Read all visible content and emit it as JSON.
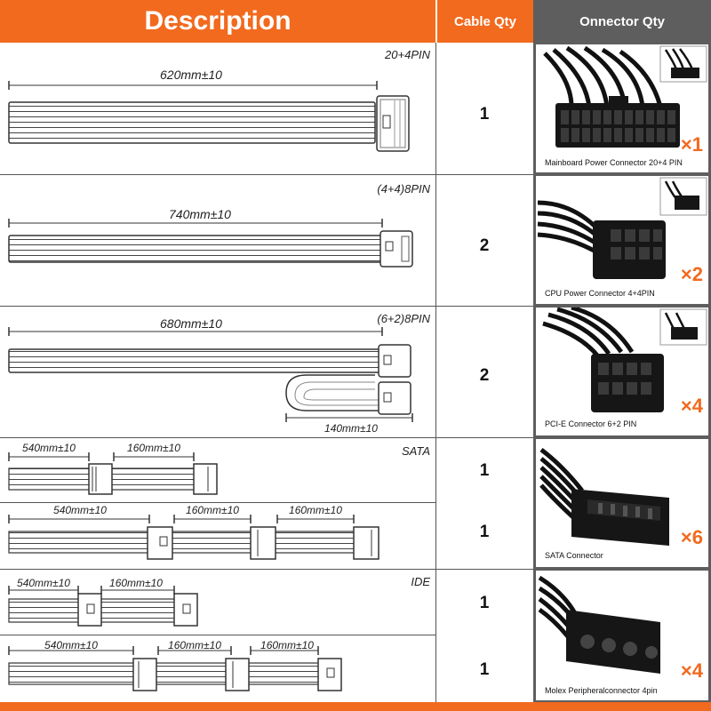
{
  "header": {
    "description": "Description",
    "cable_qty": "Cable Qty",
    "connector_qty": "Onnector Qty"
  },
  "rows": [
    {
      "type_label": "20+4PIN",
      "dims": [
        "620mm±10"
      ],
      "qty": "1"
    },
    {
      "type_label": "(4+4)8PIN",
      "dims": [
        "740mm±10"
      ],
      "qty": "2"
    },
    {
      "type_label": "(6+2)8PIN",
      "dims": [
        "680mm±10",
        "140mm±10"
      ],
      "qty": "2"
    },
    {
      "type_label": "SATA",
      "dims": [
        "540mm±10",
        "160mm±10"
      ],
      "qty": "1"
    },
    {
      "type_label": "",
      "dims": [
        "540mm±10",
        "160mm±10",
        "160mm±10"
      ],
      "qty": "1"
    },
    {
      "type_label": "IDE",
      "dims": [
        "540mm±10",
        "160mm±10"
      ],
      "qty": "1"
    },
    {
      "type_label": "",
      "dims": [
        "540mm±10",
        "160mm±10",
        "160mm±10"
      ],
      "qty": "1"
    }
  ],
  "connectors": [
    {
      "label": "Mainboard Power Connector 20+4 PIN",
      "multiplier": "×1",
      "icon": "atx-24pin-connector-icon"
    },
    {
      "label": "CPU Power Connector 4+4PIN",
      "multiplier": "×2",
      "icon": "cpu-8pin-connector-icon"
    },
    {
      "label": "PCI-E Connector 6+2 PIN",
      "multiplier": "×4",
      "icon": "pcie-8pin-connector-icon"
    },
    {
      "label": "SATA Connector",
      "multiplier": "×6",
      "icon": "sata-connector-icon"
    },
    {
      "label": "Molex Peripheralconnector 4pin",
      "multiplier": "×4",
      "icon": "molex-connector-icon"
    }
  ],
  "colors": {
    "accent": "#f26a1e",
    "panel_dark": "#5e5e5e"
  }
}
